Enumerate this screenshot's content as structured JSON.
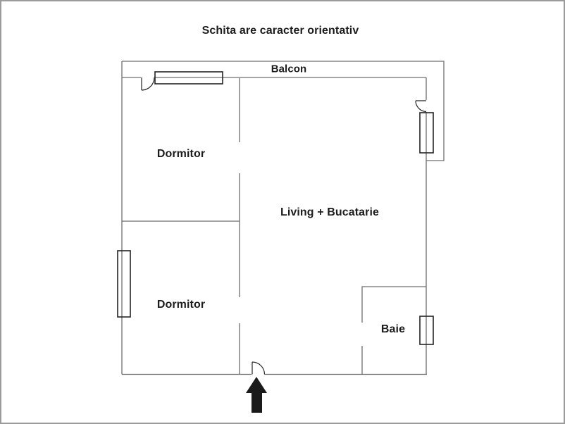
{
  "title": "Schita are caracter orientativ",
  "plan": {
    "labels": {
      "balcony": "Balcon",
      "bedroom_top": "Dormitor",
      "bedroom_bottom": "Dormitor",
      "living_kitchen": "Living + Bucatarie",
      "bathroom": "Baie"
    },
    "symbols": {
      "entrance_arrow": "up-arrow",
      "windows_count": 4,
      "door_arcs_count": 3
    }
  },
  "colors": {
    "wall": "#6e6e6e",
    "feature": "#242424",
    "arrow": "#1a1a1a",
    "frame": "#9b9b9b",
    "background": "#ffffff",
    "text": "#1c1c1c"
  }
}
